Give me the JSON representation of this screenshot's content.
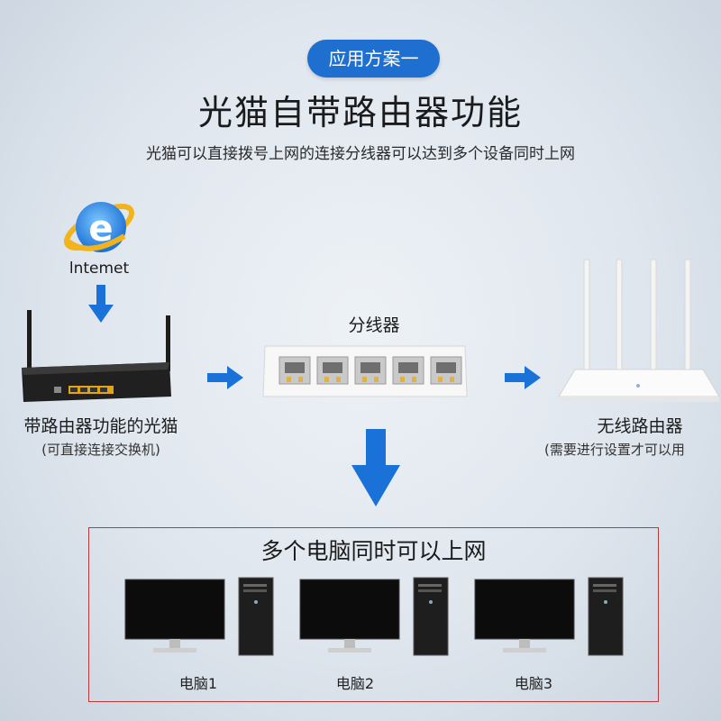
{
  "badge": "应用方案一",
  "title": "光猫自带路由器功能",
  "subtitle": "光猫可以直接拨号上网的连接分线器可以达到多个设备同时上网",
  "internet_label": "lntemet",
  "splitter_label": "分线器",
  "modem": {
    "label": "带路由器功能的光猫",
    "note": "(可直接连接交换机)"
  },
  "router": {
    "label": "无线路由器",
    "note": "(需要进行设置才可以用"
  },
  "computers_section": {
    "title": "多个电脑同时可以上网",
    "items": [
      {
        "label": "电脑1"
      },
      {
        "label": "电脑2"
      },
      {
        "label": "电脑3"
      }
    ]
  },
  "colors": {
    "accent": "#1e6fd0",
    "arrow": "#1a72d8",
    "border": "#b83a3a"
  },
  "icons": [
    "internet-explorer-icon",
    "arrow-down-icon",
    "arrow-right-icon",
    "monitor-icon",
    "pc-tower-icon"
  ]
}
